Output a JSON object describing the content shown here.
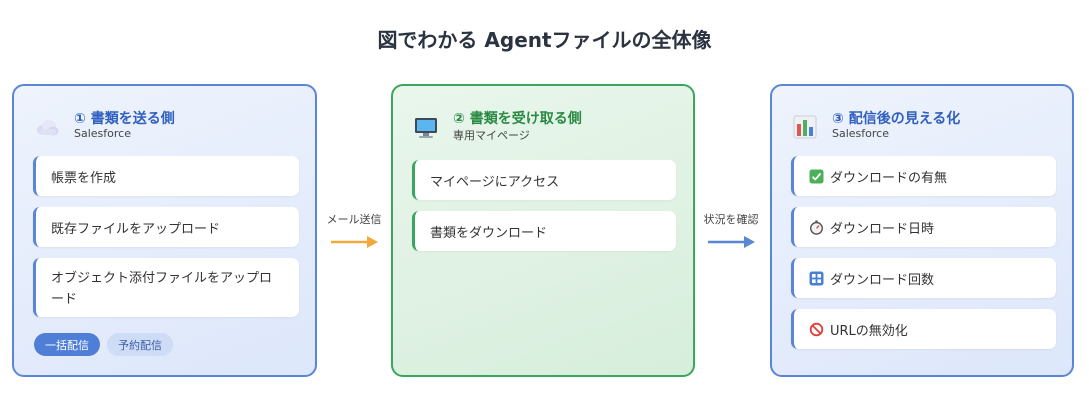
{
  "title": "図でわかる Agentファイルの全体像",
  "colors": {
    "blue": "#5b86d6",
    "green": "#3aa65e",
    "arrow_orange": "#f0a93a",
    "arrow_blue": "#5b86d6"
  },
  "panels": {
    "send": {
      "icon": "cloud-icon",
      "title": "① 書類を送る側",
      "subtitle": "Salesforce",
      "items": [
        {
          "label": "帳票を作成"
        },
        {
          "label": "既存ファイルをアップロード"
        },
        {
          "label": "オブジェクト添付ファイルをアップロード"
        }
      ],
      "tags": [
        "一括配信",
        "予約配信"
      ]
    },
    "recv": {
      "icon": "monitor-icon",
      "title": "② 書類を受け取る側",
      "subtitle": "専用マイページ",
      "items": [
        {
          "label": "マイページにアクセス"
        },
        {
          "label": "書類をダウンロード"
        }
      ]
    },
    "view": {
      "icon": "bar-chart-icon",
      "title": "③ 配信後の見える化",
      "subtitle": "Salesforce",
      "items": [
        {
          "label": "ダウンロードの有無",
          "icon": "check-icon"
        },
        {
          "label": "ダウンロード日時",
          "icon": "stopwatch-icon"
        },
        {
          "label": "ダウンロード回数",
          "icon": "counter-icon"
        },
        {
          "label": "URLの無効化",
          "icon": "prohibited-icon"
        }
      ]
    }
  },
  "arrows": {
    "send_to_recv": "メール送信",
    "recv_to_view": "状況を確認"
  }
}
